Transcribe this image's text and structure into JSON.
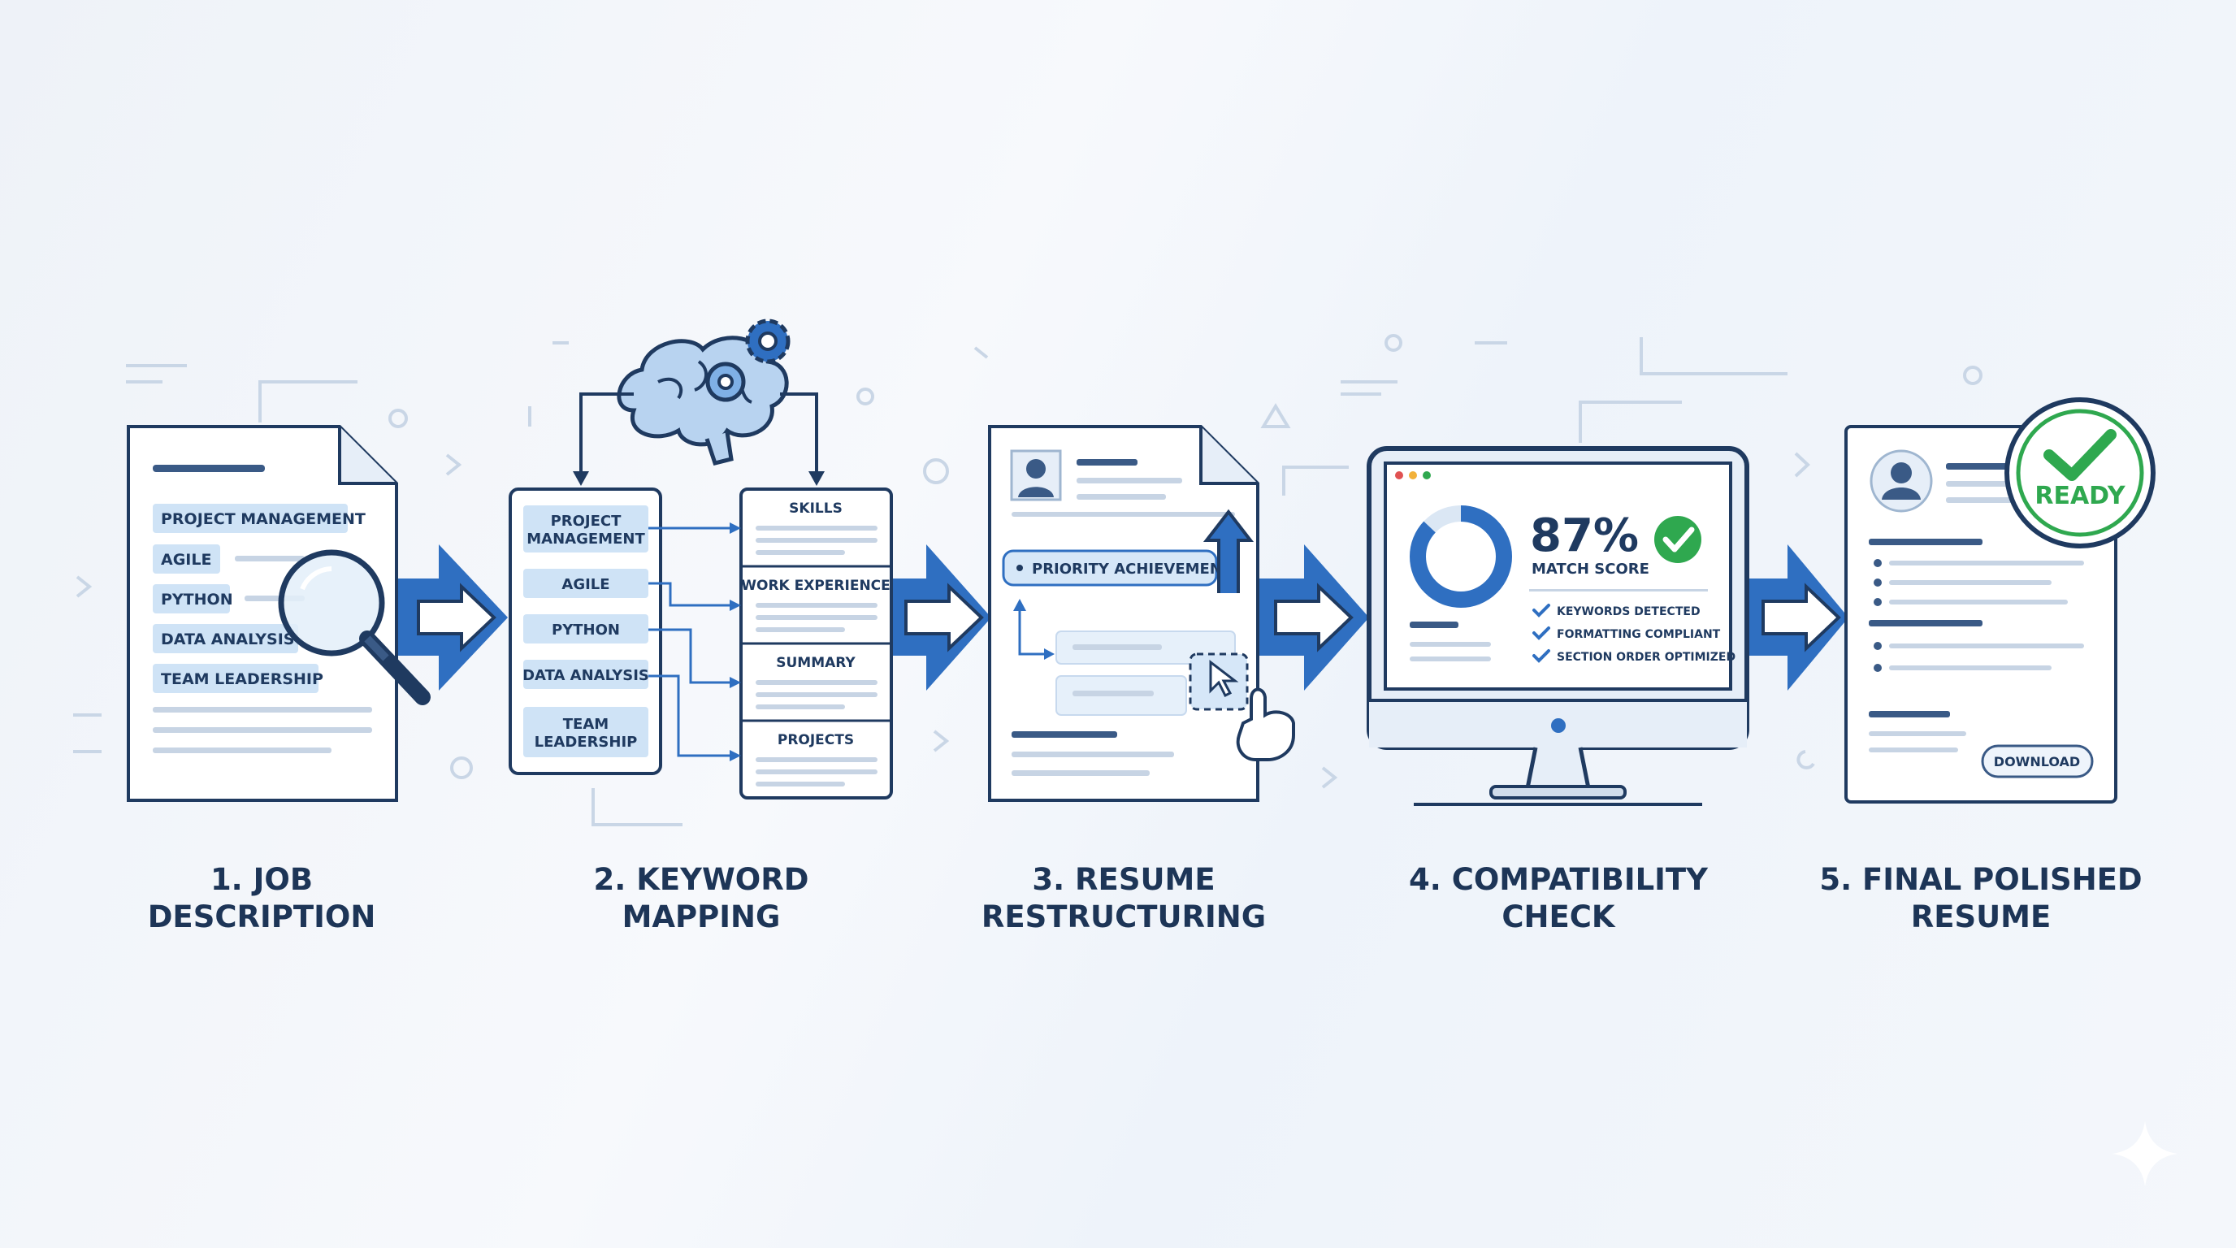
{
  "steps": [
    {
      "caption": "1. JOB\nDESCRIPTION"
    },
    {
      "caption": "2. KEYWORD\nMAPPING"
    },
    {
      "caption": "3. RESUME\nRESTRUCTURING"
    },
    {
      "caption": "4. COMPATIBILITY\nCHECK"
    },
    {
      "caption": "5. FINAL POLISHED\nRESUME"
    }
  ],
  "job_keywords": [
    "PROJECT MANAGEMENT",
    "AGILE",
    "PYTHON",
    "DATA ANALYSIS",
    "TEAM LEADERSHIP"
  ],
  "mapping": {
    "keywords": [
      "PROJECT\nMANAGEMENT",
      "AGILE",
      "PYTHON",
      "DATA ANALYSIS",
      "TEAM\nLEADERSHIP"
    ],
    "sections": [
      "SKILLS",
      "WORK EXPERIENCE",
      "SUMMARY",
      "PROJECTS"
    ]
  },
  "restructure": {
    "highlight": "PRIORITY ACHIEVEMENT"
  },
  "compat": {
    "score": "87%",
    "score_value": 87,
    "score_label": "MATCH SCORE",
    "checks": [
      "KEYWORDS DETECTED",
      "FORMATTING COMPLIANT",
      "SECTION ORDER OPTIMIZED"
    ]
  },
  "final": {
    "badge": "READY",
    "download": "DOWNLOAD"
  },
  "colors": {
    "navy": "#1f3a60",
    "blue": "#2f6fc1",
    "light_blue": "#cfe3f6",
    "green": "#2fa84f"
  }
}
